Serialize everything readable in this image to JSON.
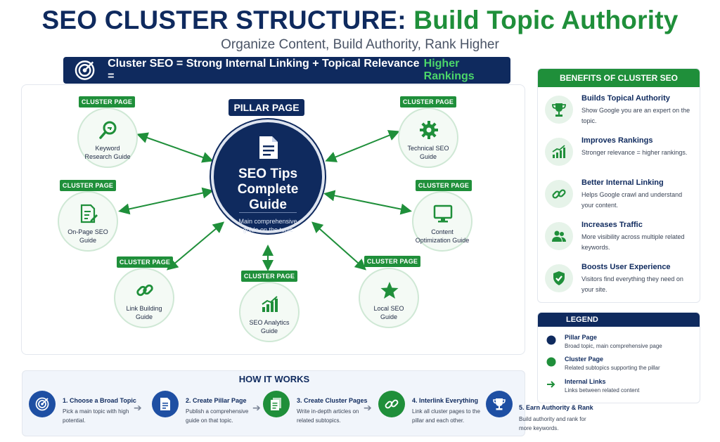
{
  "header": {
    "title_main": "SEO CLUSTER STRUCTURE:",
    "title_accent": "Build Topic Authority",
    "subtitle": "Organize Content, Build Authority, Rank Higher"
  },
  "formula": {
    "text": "Cluster SEO = Strong Internal Linking + Topical Relevance  =",
    "result": "Higher Rankings"
  },
  "pillar": {
    "label": "PILLAR PAGE",
    "title_line1": "SEO Tips",
    "title_line2": "Complete",
    "title_line3": "Guide",
    "desc_line1": "Main comprehensive",
    "desc_line2": "guide on the topic"
  },
  "clusters": [
    {
      "tag": "CLUSTER PAGE",
      "line1": "Keyword",
      "line2": "Research Guide",
      "icon": "magnifier-key-icon"
    },
    {
      "tag": "CLUSTER PAGE",
      "line1": "Technical SEO",
      "line2": "Guide",
      "icon": "gear-icon"
    },
    {
      "tag": "CLUSTER PAGE",
      "line1": "On-Page SEO",
      "line2": "Guide",
      "icon": "document-edit-icon"
    },
    {
      "tag": "CLUSTER PAGE",
      "line1": "Content",
      "line2": "Optimization Guide",
      "icon": "monitor-icon"
    },
    {
      "tag": "CLUSTER PAGE",
      "line1": "Link Building",
      "line2": "Guide",
      "icon": "link-icon"
    },
    {
      "tag": "CLUSTER PAGE",
      "line1": "SEO Analytics",
      "line2": "Guide",
      "icon": "bar-chart-icon"
    },
    {
      "tag": "CLUSTER PAGE",
      "line1": "Local SEO",
      "line2": "Guide",
      "icon": "star-icon"
    }
  ],
  "benefits": {
    "heading": "BENEFITS OF CLUSTER SEO",
    "items": [
      {
        "title": "Builds Topical Authority",
        "desc": "Show Google you are an expert on the topic.",
        "icon": "trophy-icon"
      },
      {
        "title": "Improves Rankings",
        "desc": "Stronger relevance = higher rankings.",
        "icon": "growth-chart-icon"
      },
      {
        "title": "Better Internal Linking",
        "desc": "Helps Google crawl and understand your content.",
        "icon": "link-icon"
      },
      {
        "title": "Increases Traffic",
        "desc": "More visibility across multiple related keywords.",
        "icon": "users-icon"
      },
      {
        "title": "Boosts User Experience",
        "desc": "Visitors find everything they need on your site.",
        "icon": "shield-check-icon"
      }
    ]
  },
  "legend": {
    "heading": "LEGEND",
    "items": [
      {
        "title": "Pillar Page",
        "desc": "Broad topic, main comprehensive page"
      },
      {
        "title": "Cluster Page",
        "desc": "Related subtopics supporting the pillar"
      },
      {
        "title": "Internal Links",
        "desc": "Links between related content"
      }
    ]
  },
  "how_it_works": {
    "heading": "HOW IT WORKS",
    "steps": [
      {
        "title": "1. Choose a Broad Topic",
        "desc": "Pick a main topic with high potential.",
        "icon": "target-icon"
      },
      {
        "title": "2. Create Pillar Page",
        "desc": "Publish a comprehensive guide on that topic.",
        "icon": "document-icon"
      },
      {
        "title": "3. Create Cluster Pages",
        "desc": "Write in-depth articles on related subtopics.",
        "icon": "pages-icon"
      },
      {
        "title": "4. Interlink Everything",
        "desc": "Link all cluster pages to the pillar and each other.",
        "icon": "link-icon"
      },
      {
        "title": "5. Earn Authority & Rank",
        "desc": "Build authority and rank for more keywords.",
        "icon": "trophy-icon"
      }
    ]
  },
  "colors": {
    "navy": "#0f2a5e",
    "green": "#1f8f3a",
    "light_green": "#4cd66a"
  }
}
